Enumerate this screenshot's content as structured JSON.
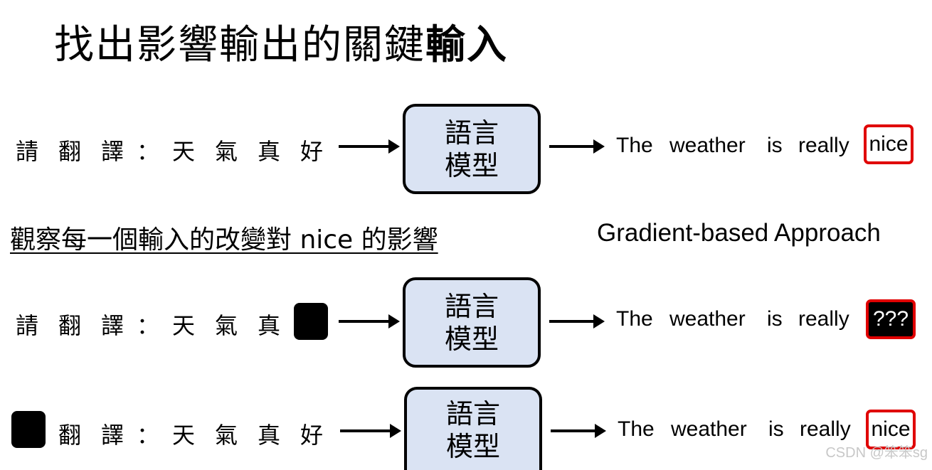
{
  "title": {
    "normal": "找出影響輸出的關鍵",
    "bold": "輸入"
  },
  "subtitle": "觀察每一個輸入的改變對 nice 的影響",
  "approach": "Gradient-based Approach",
  "model_label": {
    "line1": "語言",
    "line2": "模型"
  },
  "rows": [
    {
      "tokens": [
        "請",
        "翻",
        "譯",
        "：",
        "天",
        "氣",
        "真",
        "好"
      ],
      "output": [
        "The",
        "weather",
        "is",
        "really"
      ],
      "answer": "nice"
    },
    {
      "tokens": [
        "請",
        "翻",
        "譯",
        "：",
        "天",
        "氣",
        "真",
        "[MASK]"
      ],
      "output": [
        "The",
        "weather",
        "is",
        "really"
      ],
      "answer": "???"
    },
    {
      "tokens": [
        "[MASK]",
        "翻",
        "譯",
        "：",
        "天",
        "氣",
        "真",
        "好"
      ],
      "output": [
        "The",
        "weather",
        "is",
        "really"
      ],
      "answer": "nice"
    }
  ],
  "colors": {
    "model_fill": "#dae3f3",
    "highlight": "#e00000"
  },
  "watermark": "CSDN @笨笨sg"
}
